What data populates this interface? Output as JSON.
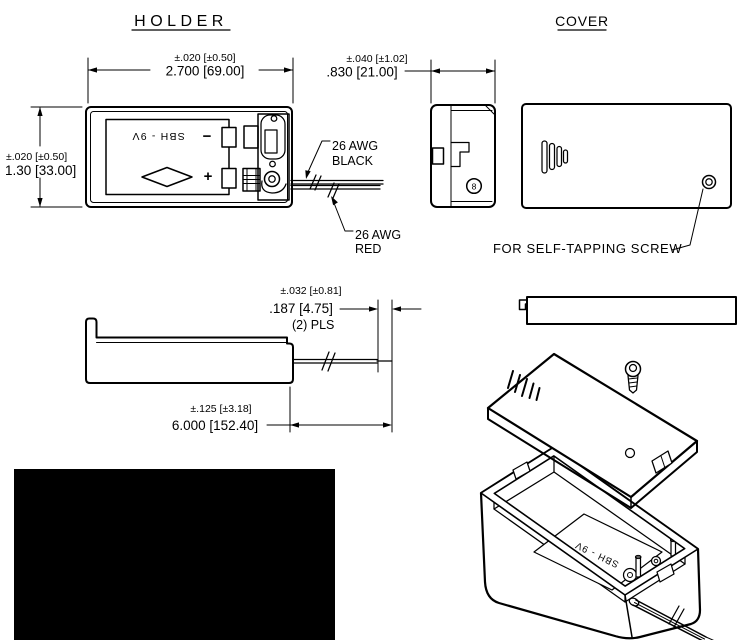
{
  "drawing": {
    "holder_title": "HOLDER",
    "cover_title": "COVER",
    "dim_width_tol": "±.020 [±0.50]",
    "dim_width": "2.700 [69.00]",
    "dim_height_tol": "±.020 [±0.50]",
    "dim_height": "1.30 [33.00]",
    "dim_depth_tol": "±.040 [±1.02]",
    "dim_depth": ".830 [21.00]",
    "dim_strip_tol": "±.032 [±0.81]",
    "dim_strip": ".187 [4.75]",
    "dim_strip_note": "(2) PLS",
    "dim_wire_tol": "±.125 [±3.18]",
    "dim_wire": "6.000 [152.40]",
    "wire_black_1": "26 AWG",
    "wire_black_2": "BLACK",
    "wire_red_1": "26 AWG",
    "wire_red_2": "RED",
    "screw_note": "FOR SELF-TAPPING SCREW",
    "battery_marking": "SBH - 9V",
    "battery_marking_iso": "SBH - 9V",
    "polarity_minus": "−",
    "polarity_plus": "+",
    "mold_mark": "8"
  },
  "colors": {
    "line_color": "#000000",
    "background": "#ffffff",
    "redaction_fill": "#000000"
  }
}
